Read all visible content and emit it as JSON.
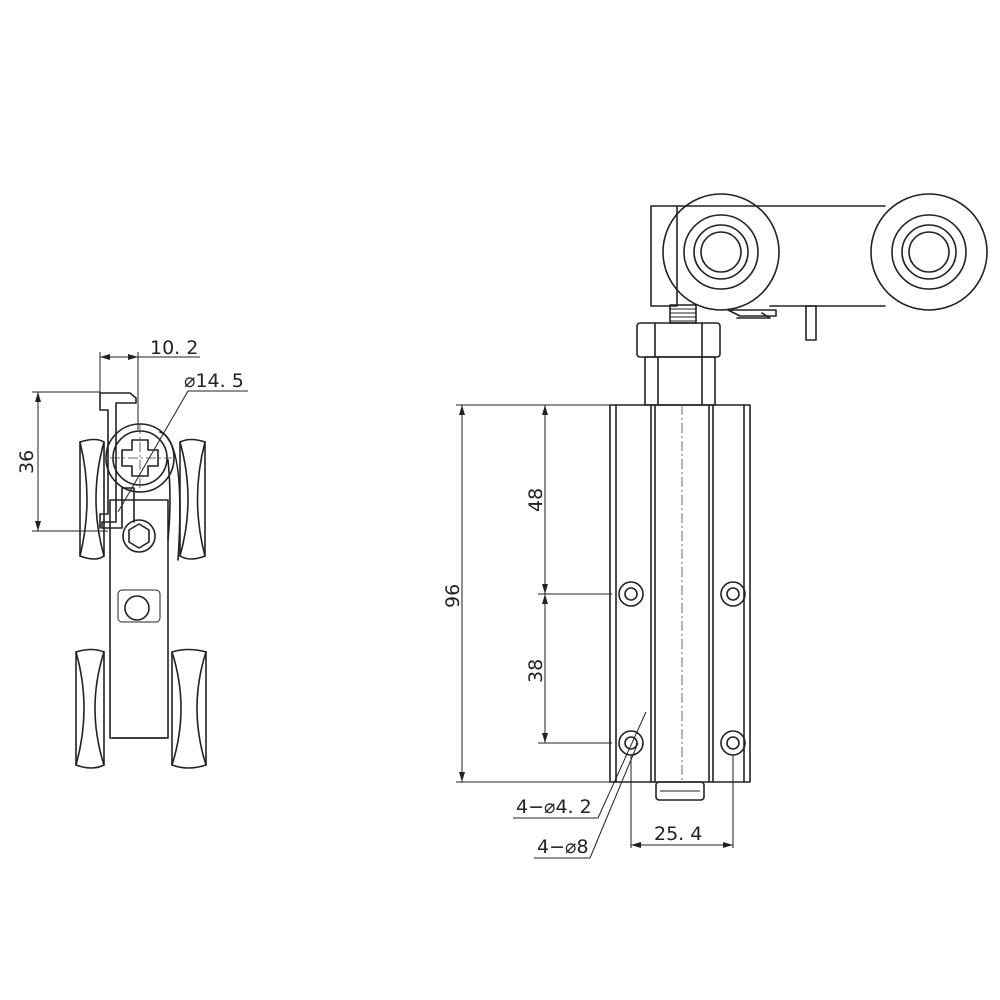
{
  "colors": {
    "line": "#222222",
    "background": "#ffffff"
  },
  "side_view": {
    "dim_width": "10. 2",
    "dim_wheel_dia": "⌀14. 5",
    "dim_height": "36"
  },
  "front_view": {
    "dim_total_height": "96",
    "dim_upper_spacing": "48",
    "dim_lower_spacing": "38",
    "dim_hole_small": "4−⌀4. 2",
    "dim_hole_large": "4−⌀8",
    "dim_hole_pitch": "25. 4"
  }
}
